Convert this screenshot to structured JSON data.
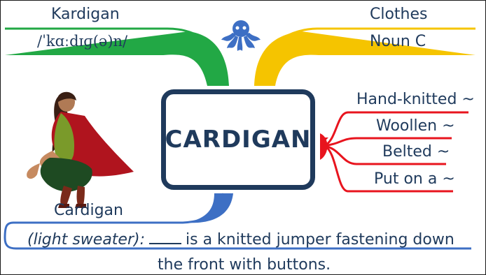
{
  "center": {
    "label": "CARDIGAN"
  },
  "left_top": {
    "word": "Kardigan",
    "phonetic": "/ˈkɑːdɪɡ(ə)n/"
  },
  "right_top": {
    "category": "Clothes",
    "grammar": "Noun C"
  },
  "collocations": [
    "Hand-knitted ~",
    "Woollen ~",
    "Belted ~",
    "Put on a ~"
  ],
  "definition": {
    "word": "Cardigan",
    "hint": "(light sweater):",
    "text": "is a knitted jumper fastening down",
    "continuation": "the front with buttons."
  },
  "colors": {
    "green": "#22a845",
    "yellow": "#f5c400",
    "red": "#e8141e",
    "blue": "#3d6fc4",
    "navy": "#1f3a5c"
  },
  "icons": [
    "octopus-logo-icon",
    "squatting-woman-illustration"
  ]
}
